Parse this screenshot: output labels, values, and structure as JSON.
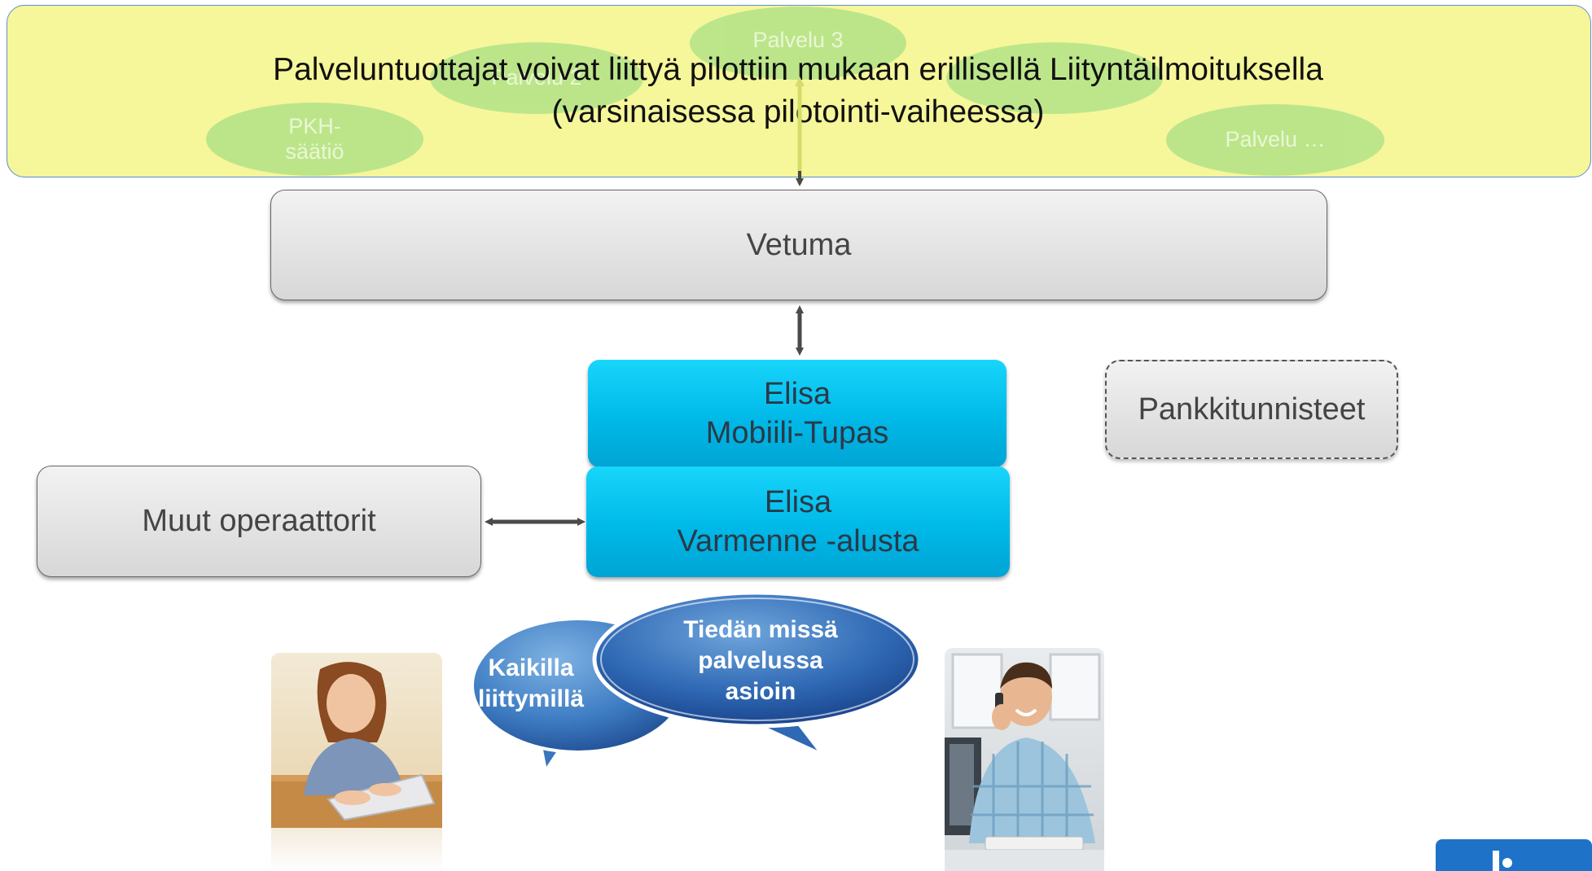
{
  "banner": {
    "line1": "Palveluntuottajat voivat liittyä pilottiin mukaan erillisellä Liityntäilmoituksella",
    "line2": "(varsinaisessa pilotointi-vaiheessa)",
    "services": {
      "pkh_line1": "PKH-",
      "pkh_line2": "säätiö",
      "palvelu2": "Palvelu 2",
      "palvelu3": "Palvelu 3",
      "palvelu_more": "Palvelu …"
    },
    "background_color": "#f6f69a",
    "oval_color": "#b9e58a"
  },
  "boxes": {
    "vetuma": "Vetuma",
    "mobiili_line1": "Elisa",
    "mobiili_line2": "Mobiili-Tupas",
    "varmenne_line1": "Elisa",
    "varmenne_line2": "Varmenne -alusta",
    "muut": "Muut operaattorit",
    "pankki": "Pankkitunnisteet",
    "cyan_color": "#00b9e8"
  },
  "bubbles": {
    "left_line1": "Kaikilla",
    "left_line2": "liittymillä",
    "right_line1": "Tiedän missä",
    "right_line2": "palvelussa",
    "right_line3": "asioin"
  }
}
